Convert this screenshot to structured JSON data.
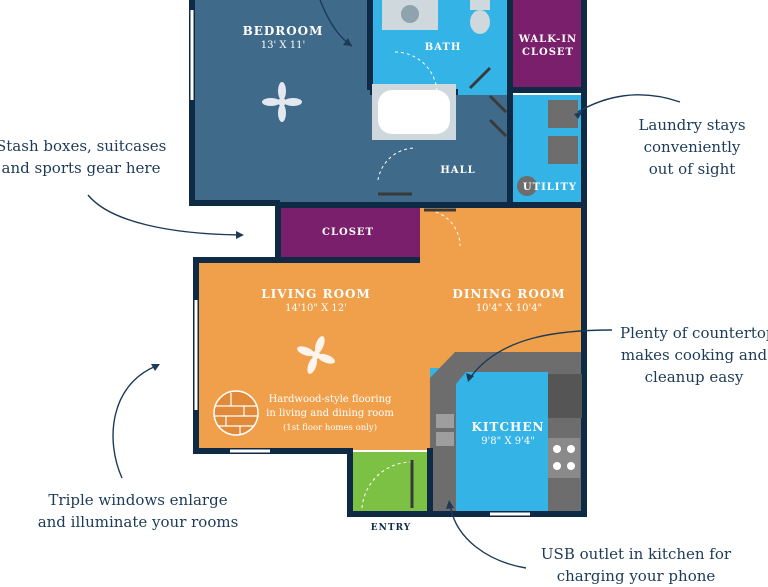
{
  "rooms": {
    "bedroom": {
      "label": "BEDROOM",
      "dims": "13' X 11'"
    },
    "bath": {
      "label": "BATH"
    },
    "walkin_line1": "WALK-IN",
    "walkin_line2": "CLOSET",
    "hall": {
      "label": "HALL"
    },
    "utility": {
      "label": "UTILITY"
    },
    "closet": {
      "label": "CLOSET"
    },
    "living": {
      "label": "LIVING ROOM",
      "dims": "14'10\" X 12'"
    },
    "dining": {
      "label": "DINING ROOM",
      "dims": "10'4\" X 10'4\""
    },
    "kitchen": {
      "label": "KITCHEN",
      "dims": "9'8\" X 9'4\""
    },
    "entry": {
      "label": "ENTRY"
    }
  },
  "flooring_note": {
    "line1": "Hardwood-style flooring",
    "line2": "in living and dining room",
    "line3": "(1st floor homes only)"
  },
  "callouts": {
    "storage": [
      "Stash boxes, suitcases",
      "and sports gear here"
    ],
    "laundry": [
      "Laundry stays",
      "conveniently",
      "out of sight"
    ],
    "counter": [
      "Plenty of countertop",
      "makes cooking and",
      "cleanup easy"
    ],
    "windows": [
      "Triple windows enlarge",
      "and illuminate your rooms"
    ],
    "usb": [
      "USB outlet in kitchen for",
      "charging your phone"
    ]
  },
  "colors": {
    "wall": "#0f2a45",
    "bedroom": "#3f6a8a",
    "bath": "#33b3e6",
    "walkin": "#7a1f6b",
    "living": "#f0a04b",
    "kitchen": "#33b3e6",
    "entry": "#7cc143",
    "counter": "#6d6d6d",
    "annotation": "#1d3a57"
  },
  "icons": [
    "ceiling-fan-icon",
    "bathtub-icon",
    "toilet-icon",
    "sink-icon",
    "washer-icon",
    "dryer-icon",
    "stove-icon",
    "fridge-icon",
    "hardwood-icon"
  ]
}
